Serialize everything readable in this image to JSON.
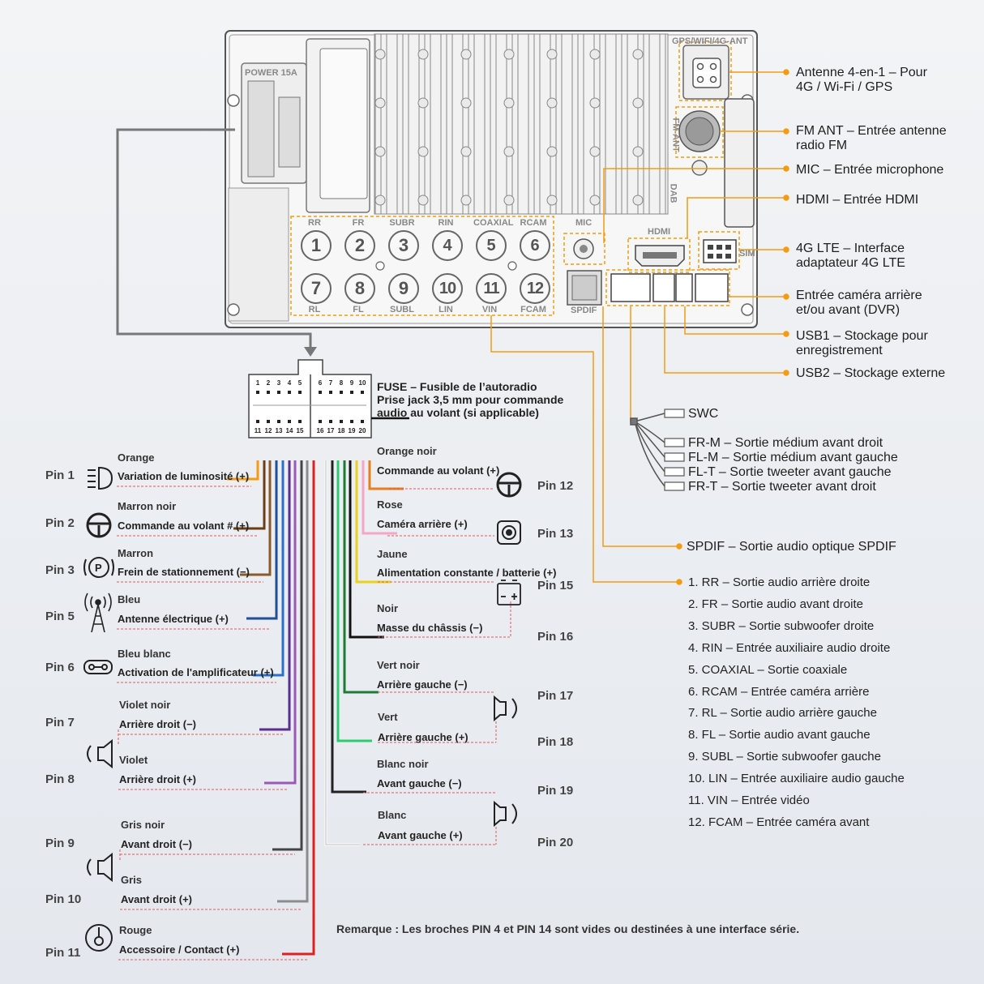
{
  "unit": {
    "power_label": "POWER 15A",
    "antenna_label": "GPS/WIFI/4G-ANT",
    "fm_label": "FM-ANT",
    "dab_label": "DAB",
    "mic_label": "MIC",
    "hdmi_label": "HDMI",
    "sim_label": "SIM",
    "spdif_label": "SPDIF",
    "rca_top_labels": [
      "RR",
      "FR",
      "SUBR",
      "RIN",
      "COAXIAL",
      "RCAM"
    ],
    "rca_bottom_labels": [
      "RL",
      "FL",
      "SUBL",
      "LIN",
      "VIN",
      "FCAM"
    ],
    "rca_top_numbers": [
      "1",
      "2",
      "3",
      "4",
      "5",
      "6"
    ],
    "rca_bottom_numbers": [
      "7",
      "8",
      "9",
      "10",
      "11",
      "12"
    ]
  },
  "callouts_right": [
    {
      "line1": "Antenne 4-en-1 – Pour",
      "line2": "4G / Wi-Fi / GPS"
    },
    {
      "line1": "FM ANT – Entrée antenne",
      "line2": "radio FM"
    },
    {
      "line1": "MIC – Entrée microphone",
      "line2": ""
    },
    {
      "line1": " HDMI – Entrée HDMI",
      "line2": ""
    },
    {
      "line1": "4G LTE – Interface",
      "line2": "adaptateur 4G LTE"
    },
    {
      "line1": "Entrée caméra arrière",
      "line2": "et/ou avant (DVR)"
    },
    {
      "line1": "USB1 – Stockage pour",
      "line2": "enregistrement"
    },
    {
      "line1": "USB2 – Stockage externe",
      "line2": ""
    }
  ],
  "connector": {
    "top_pins": [
      "1",
      "2",
      "3",
      "4",
      "5",
      "6",
      "7",
      "8",
      "9",
      "10"
    ],
    "bottom_pins": [
      "11",
      "12",
      "13",
      "14",
      "15",
      "16",
      "17",
      "18",
      "19",
      "20"
    ]
  },
  "fuse_note": {
    "line1": "FUSE – Fusible de l’autoradio",
    "line2": "Prise jack 3,5 mm pour commande",
    "line3": "audio au volant (si applicable)"
  },
  "harness_outputs": [
    "SWC",
    "FR-M – Sortie médium avant droit",
    "FL-M – Sortie médium avant gauche",
    "FL-T – Sortie tweeter avant gauche",
    "FR-T – Sortie tweeter avant droit"
  ],
  "spdif_out": "SPDIF – Sortie audio optique SPDIF",
  "rca_list": [
    "1. RR – Sortie audio arrière droite",
    "2. FR – Sortie audio avant droite",
    "3. SUBR – Sortie subwoofer droite",
    "4. RIN – Entrée auxiliaire audio droite",
    "5. COAXIAL – Sortie coaxiale",
    "6. RCAM – Entrée caméra arrière",
    "7. RL – Sortie audio arrière gauche",
    "8. FL – Sortie audio avant gauche",
    "9. SUBL – Sortie subwoofer gauche",
    "10. LIN – Entrée auxiliaire audio gauche",
    "11. VIN – Entrée vidéo",
    "12. FCAM – Entrée caméra avant"
  ],
  "left_pins": [
    {
      "pin": "Pin 1",
      "color": "Orange",
      "func": "Variation de luminosité (+)",
      "hex": "#f39c12"
    },
    {
      "pin": "Pin 2",
      "color": "Marron noir",
      "func": "Commande au volant # (+)",
      "hex": "#6b3e17"
    },
    {
      "pin": "Pin 3",
      "color": "Marron",
      "func": "Frein de stationnement (−)",
      "hex": "#8b5a2b"
    },
    {
      "pin": "Pin 5",
      "color": "Bleu",
      "func": "Antenne électrique (+)",
      "hex": "#1f4e9a"
    },
    {
      "pin": "Pin 6",
      "color": "Bleu blanc",
      "func": "Activation de l'amplificateur (+)",
      "hex": "#2a6fc9"
    },
    {
      "pin": "Pin 7",
      "color": "Violet noir",
      "func": "Arrière droit (−)",
      "hex": "#5b2d8e"
    },
    {
      "pin": "Pin 8",
      "color": "Violet",
      "func": "Arrière droit (+)",
      "hex": "#9b59b6"
    },
    {
      "pin": "Pin 9",
      "color": "Gris noir",
      "func": "Avant droit (−)",
      "hex": "#444444"
    },
    {
      "pin": "Pin 10",
      "color": "Gris",
      "func": "Avant droit (+)",
      "hex": "#8c8c8c"
    },
    {
      "pin": "Pin 11",
      "color": "Rouge",
      "func": "Accessoire / Contact (+)",
      "hex": "#e02020"
    }
  ],
  "right_pins": [
    {
      "pin": "Pin 12",
      "color": "Orange noir",
      "func": "Commande au volant (+)",
      "hex": "#e67e22"
    },
    {
      "pin": "Pin 13",
      "color": "Rose",
      "func": "Caméra arrière (+)",
      "hex": "#f4a6c6"
    },
    {
      "pin": "Pin 15",
      "color": "Jaune",
      "func": "Alimentation constante / batterie (+)",
      "hex": "#e8d21d"
    },
    {
      "pin": "Pin 16",
      "color": "Noir",
      "func": "Masse du châssis (−)",
      "hex": "#111111"
    },
    {
      "pin": "Pin 17",
      "color": "Vert noir",
      "func": "Arrière gauche (−)",
      "hex": "#1e7a34"
    },
    {
      "pin": "Pin 18",
      "color": "Vert",
      "func": "Arrière gauche (+)",
      "hex": "#2ecc71"
    },
    {
      "pin": "Pin 19",
      "color": "Blanc noir",
      "func": "Avant gauche (−)",
      "hex": "#222222"
    },
    {
      "pin": "Pin 20",
      "color": "Blanc",
      "func": "Avant gauche (+)",
      "hex": "#ffffff"
    }
  ],
  "remark": "Remarque : Les broches PIN 4 et PIN 14 sont vides ou destinées à une interface série.",
  "accent": "#f39c12",
  "icons": [
    "speaker-icon",
    "steering-wheel-icon",
    "headlight-icon",
    "parking-brake-icon",
    "antenna-icon",
    "amplifier-icon",
    "ignition-key-icon",
    "camera-icon",
    "battery-icon"
  ]
}
